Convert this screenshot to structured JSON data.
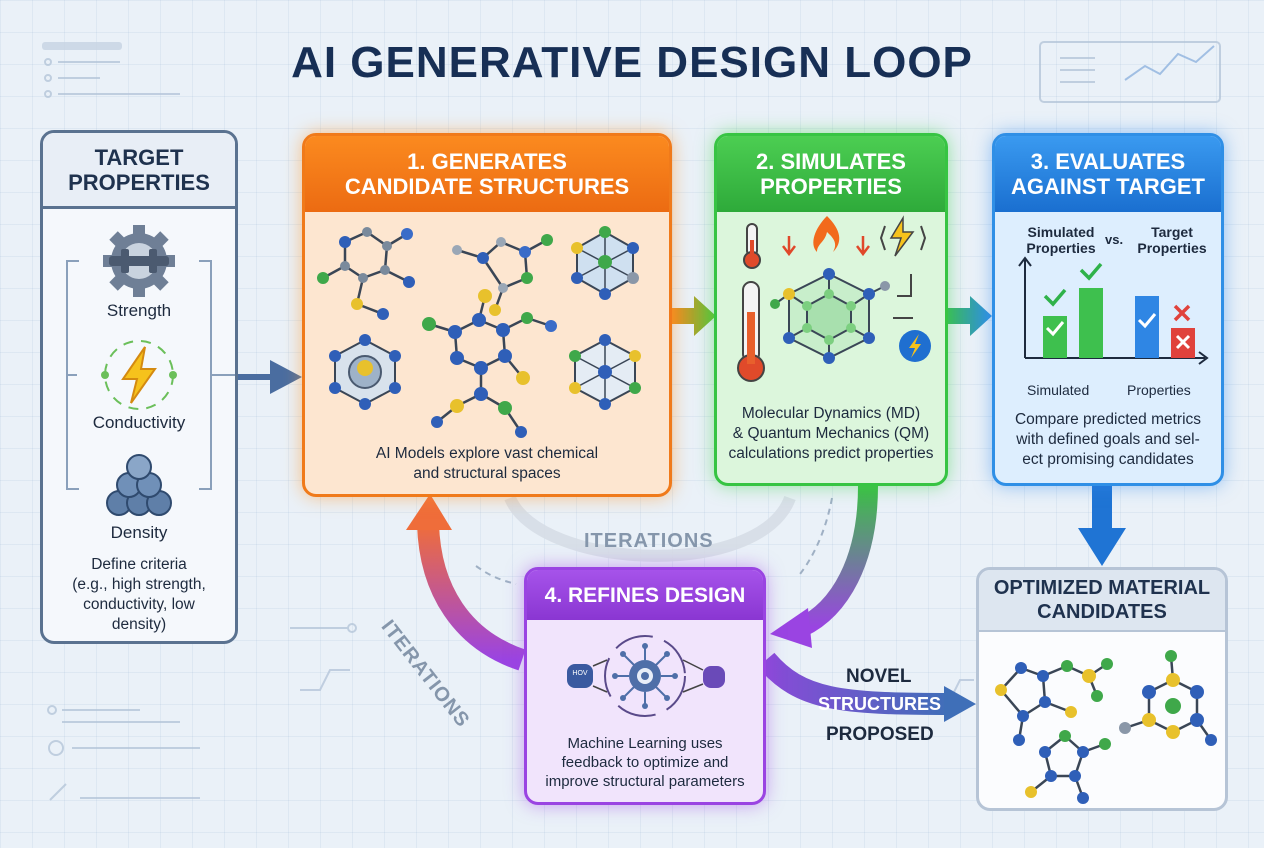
{
  "title": "AI GENERATIVE DESIGN LOOP",
  "target": {
    "heading_line1": "TARGET",
    "heading_line2": "PROPERTIES",
    "items": [
      {
        "label": "Strength",
        "icon": "gear-icon"
      },
      {
        "label": "Conductivity",
        "icon": "lightning-icon"
      },
      {
        "label": "Density",
        "icon": "spheres-icon"
      }
    ],
    "description": [
      "Define criteria",
      "(e.g., high strength,",
      "conductivity, low",
      "density)"
    ]
  },
  "generate": {
    "heading_line1": "1. GENERATES",
    "heading_line2": "CANDIDATE STRUCTURES",
    "description": [
      "AI Models explore vast chemical",
      "and structural spaces"
    ]
  },
  "simulate": {
    "heading_line1": "2. SIMULATES",
    "heading_line2": "PROPERTIES",
    "description": [
      "Molecular Dynamics (MD)",
      "& Quantum Mechanics (QM)",
      "calculations predict properties"
    ]
  },
  "evaluate": {
    "heading_line1": "3. EVALUATES",
    "heading_line2": "AGAINST TARGET",
    "simulated_label": [
      "Simulated",
      "Properties"
    ],
    "vs_label": "vs.",
    "target_label": [
      "Target",
      "Properties"
    ],
    "axis_left": "Simulated",
    "axis_right": "Properties",
    "description": [
      "Compare predicted metrics",
      "with defined goals and sel-",
      "ect promising candidates"
    ]
  },
  "refine": {
    "heading": "4. REFINES DESIGN",
    "chip_left": "HOV",
    "description": [
      "Machine Learning uses",
      "feedback to optimize and",
      "improve structural parameters"
    ]
  },
  "optimized": {
    "heading_line1": "OPTIMIZED MATERIAL",
    "heading_line2": "CANDIDATES"
  },
  "loop_labels": {
    "iterations_top": "ITERATIONS",
    "iterations_left": "ITERATIONS",
    "novel_line1": "NOVEL",
    "novel_line2": "STRUCTURES",
    "novel_line3": "PROPOSED"
  },
  "colors": {
    "generate": "#f07a1a",
    "simulate": "#37c443",
    "evaluate": "#2f8fe6",
    "refine": "#9a44e2",
    "target": "#5a7290",
    "check_green": "#2fb24a",
    "cross_red": "#e0423c"
  }
}
